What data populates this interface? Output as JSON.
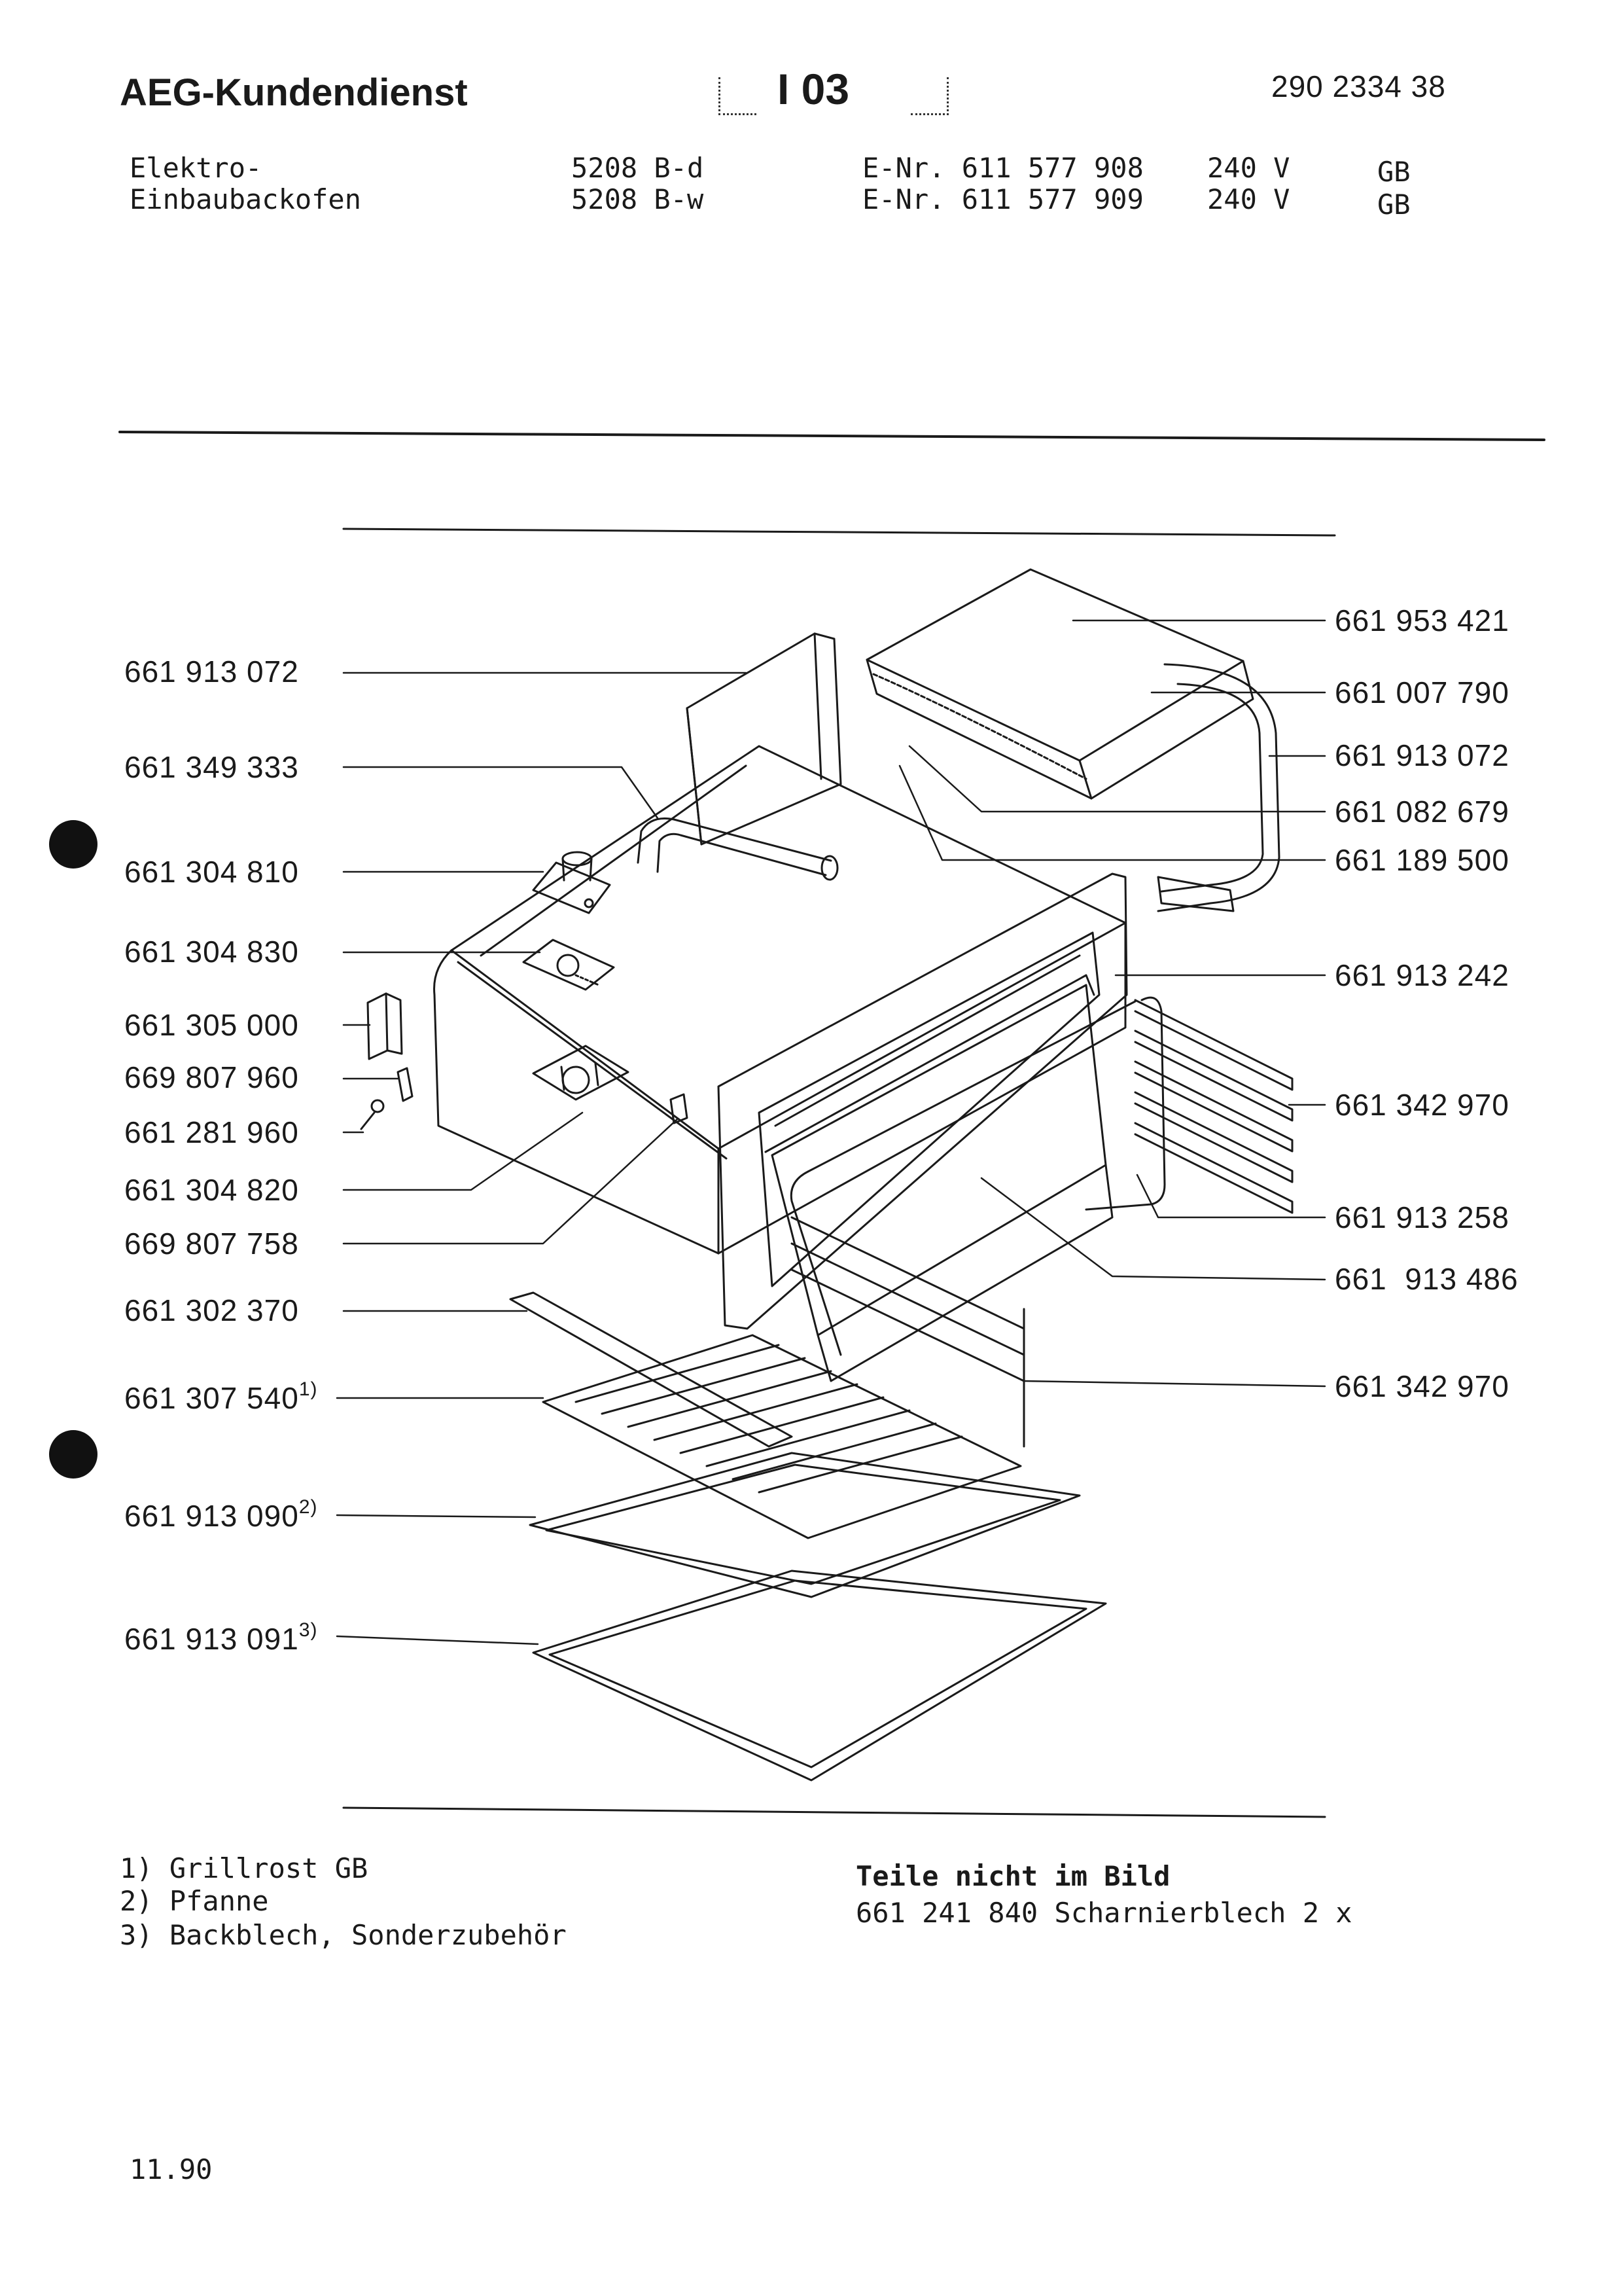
{
  "header": {
    "brand": "AEG-Kundendienst",
    "code": "I 03",
    "doc_number": "290 2334 38"
  },
  "product": {
    "line1": "Elektro-",
    "line2": "Einbaubackofen",
    "models": [
      {
        "model": "5208 B-d",
        "enr": "E-Nr. 611 577 908",
        "voltage": "240 V",
        "country": "GB"
      },
      {
        "model": "5208 B-w",
        "enr": "E-Nr. 611 577 909",
        "voltage": "240 V",
        "country": "GB"
      }
    ]
  },
  "callouts_left": [
    {
      "number": "661 913 072",
      "sup": ""
    },
    {
      "number": "661 349 333",
      "sup": ""
    },
    {
      "number": "661 304 810",
      "sup": ""
    },
    {
      "number": "661 304 830",
      "sup": ""
    },
    {
      "number": "661 305 000",
      "sup": ""
    },
    {
      "number": "669 807 960",
      "sup": ""
    },
    {
      "number": "661 281 960",
      "sup": ""
    },
    {
      "number": "661 304 820",
      "sup": ""
    },
    {
      "number": "669 807 758",
      "sup": ""
    },
    {
      "number": "661 302 370",
      "sup": ""
    },
    {
      "number": "661 307 540",
      "sup": "1)"
    },
    {
      "number": "661 913 090",
      "sup": "2)"
    },
    {
      "number": "661 913 091",
      "sup": "3)"
    }
  ],
  "callouts_right": [
    {
      "number": "661 953 421"
    },
    {
      "number": "661 007 790"
    },
    {
      "number": "661 913 072"
    },
    {
      "number": "661 082 679"
    },
    {
      "number": "661 189 500"
    },
    {
      "number": "661 913 242"
    },
    {
      "number": "661 342 970"
    },
    {
      "number": "661 913 258"
    },
    {
      "number": "661  913 486"
    },
    {
      "number": "661 342 970"
    }
  ],
  "footnotes": [
    "1) Grillrost GB",
    "2) Pfanne",
    "3) Backblech, Sonderzubehör"
  ],
  "not_shown": {
    "title": "Teile nicht im Bild",
    "line": "661 241 840 Scharnierblech 2 x"
  },
  "date": "11.90",
  "colors": {
    "ink": "#1a1a1a",
    "paper": "#ffffff"
  }
}
